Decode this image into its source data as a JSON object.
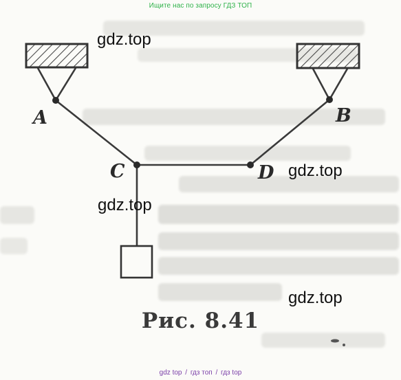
{
  "header": {
    "banner": "Ищите нас по запросу ГДЗ ТОП"
  },
  "footer": {
    "links": [
      "gdz top",
      "гдз топ",
      "гдз top"
    ],
    "separator": "/"
  },
  "watermarks": [
    "gdz.top",
    "gdz.top",
    "gdz.top",
    "gdz.top"
  ],
  "diagram": {
    "points": {
      "a": "A",
      "b": "B",
      "c": "C",
      "d": "D"
    },
    "caption": "Рис. 8.41"
  },
  "colors": {
    "banner_green": "#2fb24a",
    "footer_purple": "#7a3ea8",
    "ink": "#3a3a3a"
  }
}
